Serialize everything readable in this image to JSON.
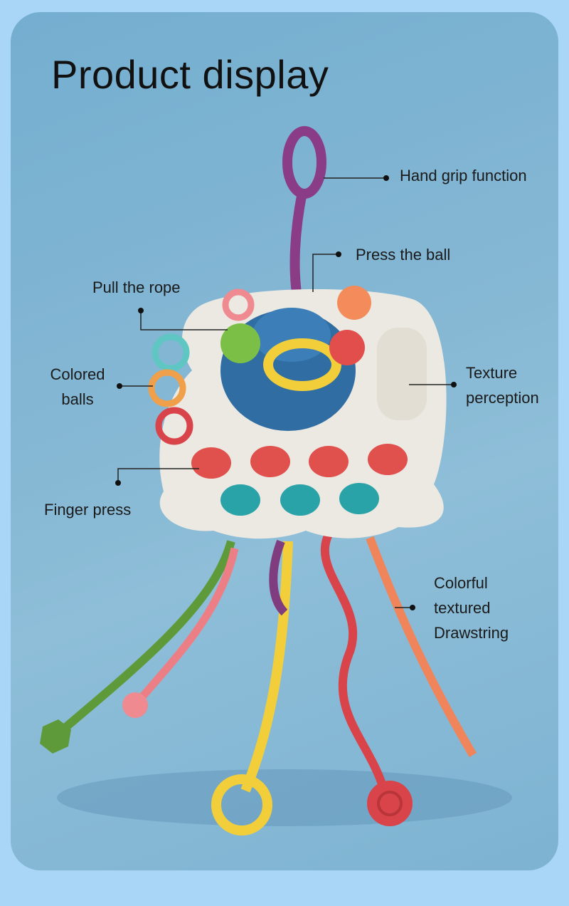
{
  "title": "Product display",
  "labels": {
    "hand_grip": "Hand grip function",
    "press_ball": "Press the ball",
    "pull_rope": "Pull the rope",
    "colored_balls_1": "Colored",
    "colored_balls_2": "balls",
    "texture_1": "Texture",
    "texture_2": "perception",
    "finger_press": "Finger press",
    "drawstring_1": "Colorful",
    "drawstring_2": "textured",
    "drawstring_3": "Drawstring"
  },
  "colors": {
    "outer_bg": "#a9d6f7",
    "card_bg": "#86b8d4",
    "text": "#1a1a1a"
  }
}
